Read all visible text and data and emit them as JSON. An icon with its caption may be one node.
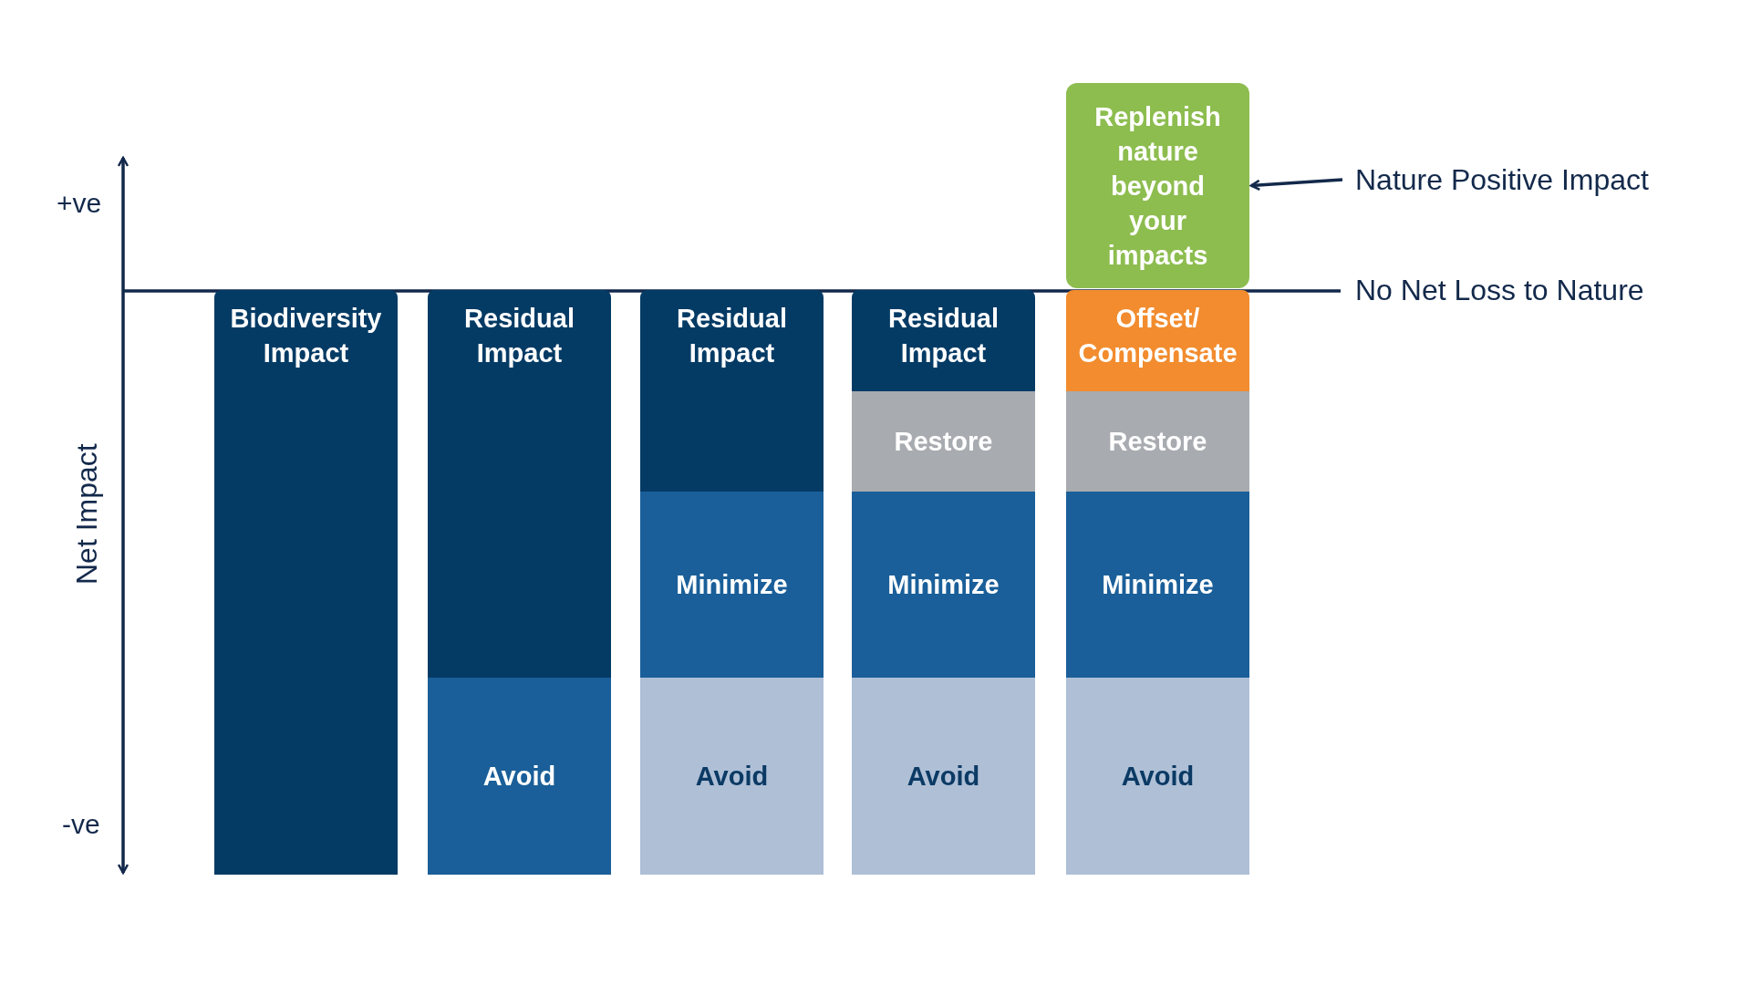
{
  "diagram": {
    "nodes": [
      {
        "text": [
          "Biodiversity Impact"
        ]
      },
      {
        "text": [
          "Residual Impact"
        ]
      },
      {
        "text": [
          "Avoid"
        ]
      },
      {
        "text": [
          "Residual Impact"
        ]
      },
      {
        "text": [
          "Minimize"
        ]
      },
      {
        "text": [
          "Avoid"
        ]
      },
      {
        "text": [
          "Residual Impact"
        ]
      },
      {
        "text": [
          "Restore"
        ]
      },
      {
        "text": [
          "Minimize"
        ]
      },
      {
        "text": [
          "Avoid"
        ]
      },
      {
        "text": [
          "Replenish nature beyond your impacts"
        ]
      },
      {
        "text": [
          "Offset/ Compensate"
        ]
      },
      {
        "text": [
          "Restore"
        ]
      },
      {
        "text": [
          "Minimize"
        ]
      },
      {
        "text": [
          "Avoid"
        ]
      },
      {
        "text": [
          "Nature Positive Impact"
        ]
      }
    ],
    "edges": [
      {
        "from": 15,
        "to": 10,
        "arrow": "to"
      }
    ],
    "labels": [
      "+ve",
      "-ve",
      "Net Impact",
      "No Net Loss to Nature"
    ]
  }
}
